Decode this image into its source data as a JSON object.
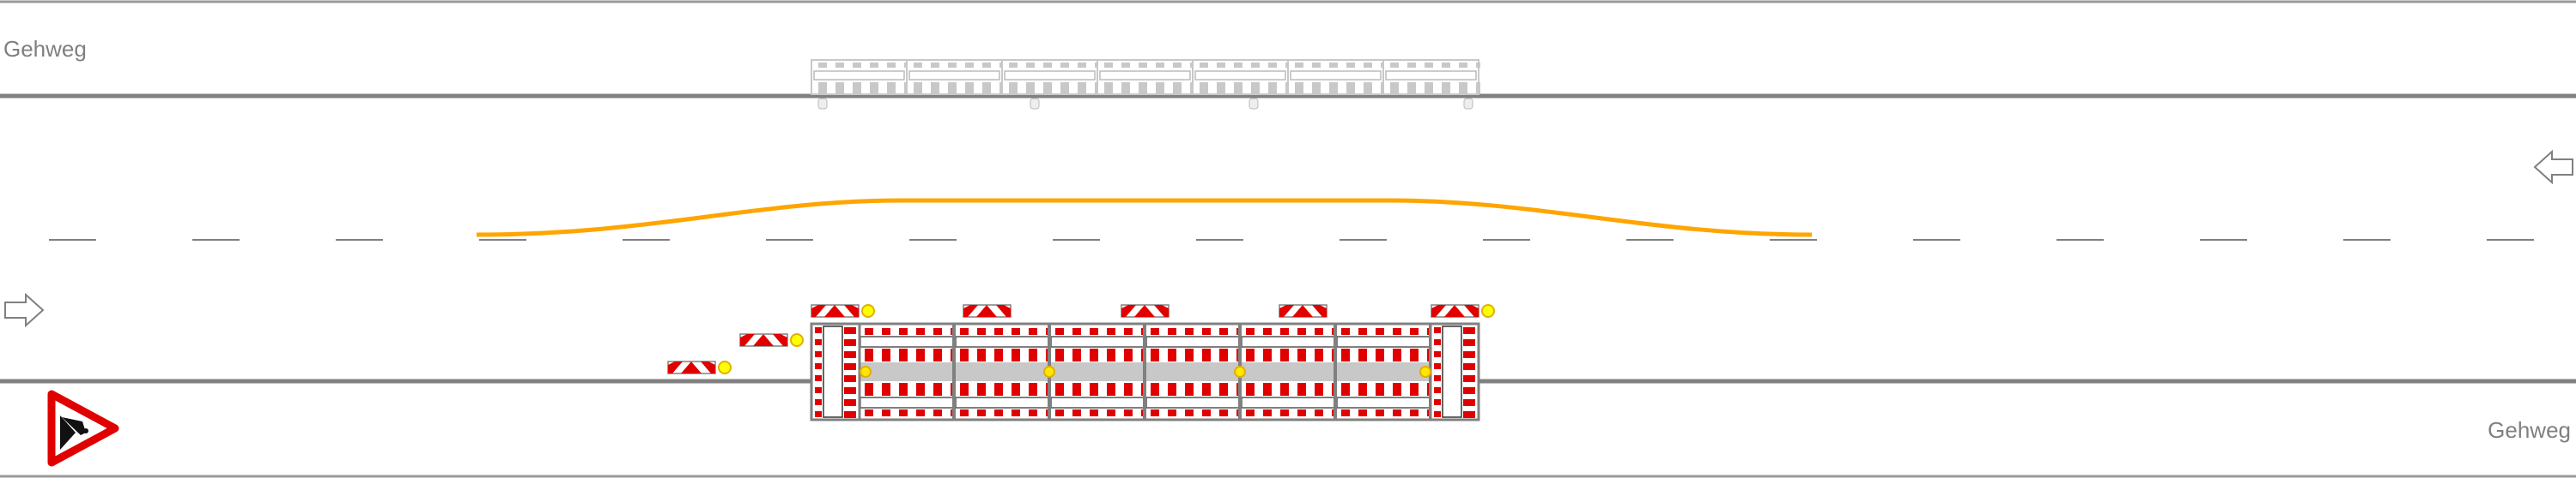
{
  "labels": {
    "sidewalk_top": "Gehweg",
    "sidewalk_bottom": "Gehweg"
  },
  "colors": {
    "curb": "#808080",
    "detour": "#FFA500",
    "barrier_red": "#E00000",
    "lamp": "#FFFF00",
    "faded": "#C8C8C8"
  },
  "icons": {
    "direction_left": "arrow-left-outline",
    "direction_right": "arrow-right-outline",
    "sign": "roadworks-warning-sign"
  }
}
